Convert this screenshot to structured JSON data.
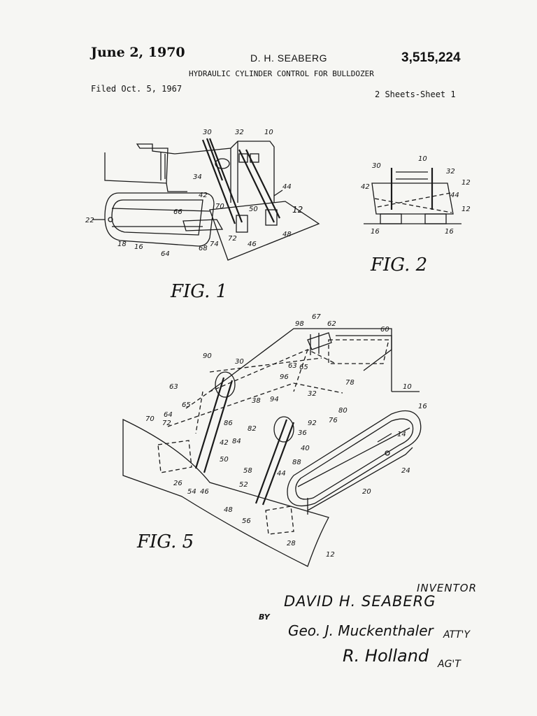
{
  "header": {
    "date": "June 2, 1970",
    "inventor": "D. H. SEABERG",
    "patent_number": "3,515,224",
    "title": "HYDRAULIC CYLINDER CONTROL FOR BULLDOZER",
    "filed": "Filed Oct. 5, 1967",
    "sheets": "2 Sheets-Sheet 1"
  },
  "figures": {
    "fig1": {
      "label": "FIG. 1",
      "refs": [
        "30",
        "32",
        "10",
        "34",
        "42",
        "44",
        "12",
        "22",
        "66",
        "70",
        "50",
        "72",
        "46",
        "48",
        "18",
        "16",
        "64",
        "68",
        "74"
      ]
    },
    "fig2": {
      "label": "FIG. 2",
      "refs": [
        "10",
        "30",
        "32",
        "42",
        "12",
        "44",
        "12",
        "16",
        "16"
      ]
    },
    "fig5": {
      "label": "FIG. 5",
      "refs": [
        "98",
        "67",
        "62",
        "60",
        "90",
        "30",
        "63",
        "65",
        "96",
        "94",
        "78",
        "10",
        "63",
        "38",
        "32",
        "80",
        "16",
        "65",
        "64",
        "70",
        "72",
        "86",
        "82",
        "76",
        "92",
        "36",
        "14",
        "42",
        "84",
        "40",
        "24",
        "50",
        "58",
        "88",
        "26",
        "54",
        "46",
        "44",
        "52",
        "20",
        "48",
        "56",
        "28",
        "12"
      ]
    }
  },
  "footer": {
    "inventor_caption": "INVENTOR",
    "inventor_name": "DAVID H. SEABERG",
    "by": "BY",
    "attorney_suffix": "ATT'Y",
    "agent_suffix": "AG'T",
    "attorney_signature": "Geo. J. Muckenthaler",
    "agent_signature": "R. Holland"
  }
}
